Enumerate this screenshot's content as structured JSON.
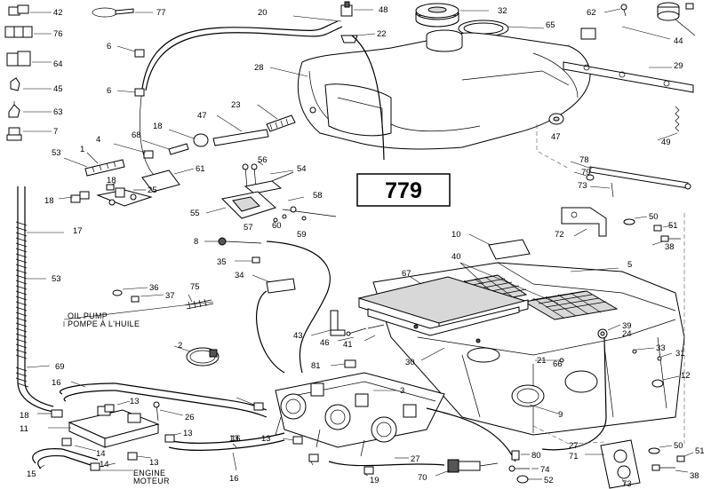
{
  "diagram_number": "779",
  "notes": {
    "oil_pump": [
      "OIL PUMP",
      "POMPE À L'HUILE"
    ],
    "engine": [
      "ENGINE",
      "MOTEUR"
    ]
  },
  "callouts": [
    "42",
    "77",
    "20",
    "48",
    "32",
    "62",
    "76",
    "22",
    "65",
    "44",
    "6",
    "64",
    "28",
    "29",
    "45",
    "6",
    "23",
    "63",
    "47",
    "7",
    "68",
    "4",
    "18",
    "47",
    "49",
    "1",
    "53",
    "61",
    "56",
    "54",
    "78",
    "18",
    "79",
    "25",
    "73",
    "18",
    "58",
    "55",
    "57",
    "60",
    "59",
    "50",
    "51",
    "17",
    "8",
    "10",
    "72",
    "38",
    "35",
    "40",
    "5",
    "67",
    "53",
    "34",
    "75",
    "36",
    "37",
    "43",
    "39",
    "24",
    "46",
    "41",
    "2",
    "33",
    "31",
    "30",
    "21",
    "66",
    "81",
    "69",
    "12",
    "16",
    "3",
    "13",
    "9",
    "18",
    "26",
    "13",
    "11",
    "13",
    "16",
    "16",
    "13",
    "27",
    "50",
    "51",
    "14",
    "27",
    "71",
    "14",
    "80",
    "74",
    "15",
    "13",
    "70",
    "52",
    "19",
    "73",
    "38"
  ]
}
